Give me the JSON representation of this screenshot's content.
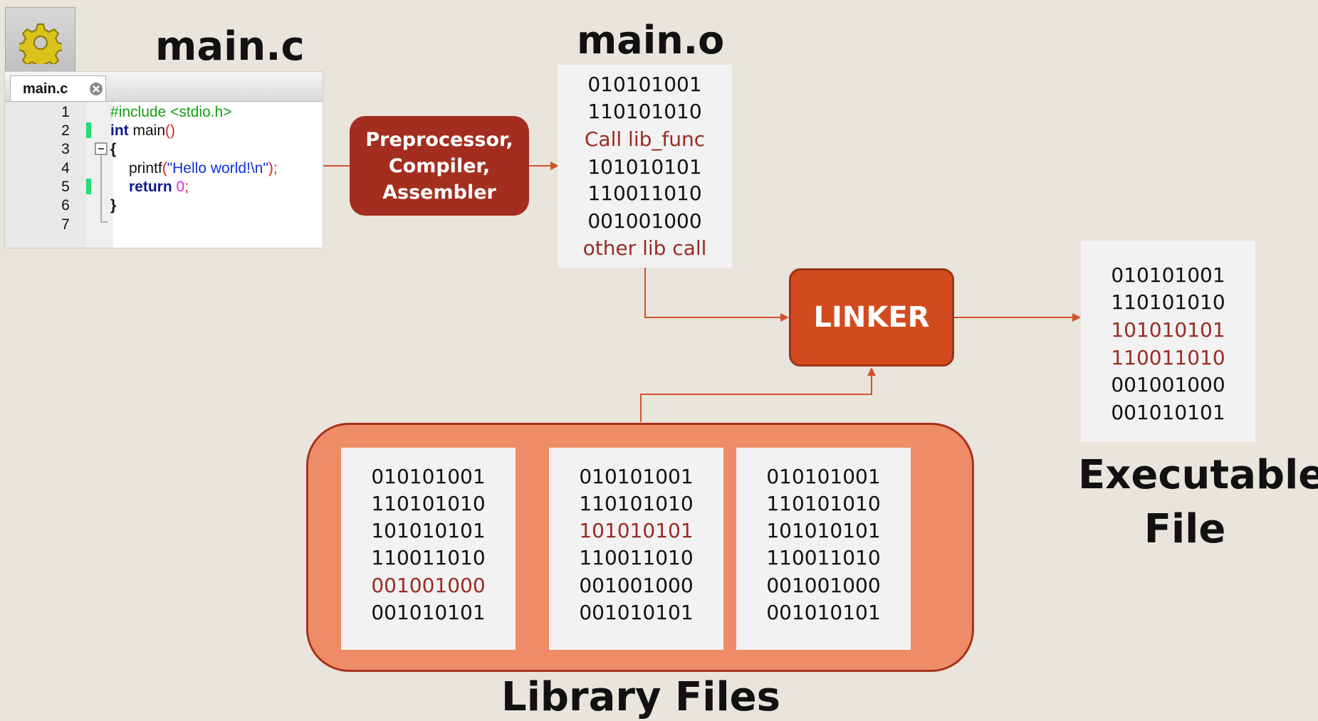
{
  "source_file": {
    "heading": "main.c",
    "tab_label": "main.c",
    "line_numbers": [
      "1",
      "2",
      "3",
      "4",
      "5",
      "6",
      "7"
    ],
    "code": {
      "line1": "#include <stdio.h>",
      "line2_kw": "int",
      "line2_rest": " main",
      "line2_parens": "()",
      "line3": "{",
      "line4_func": "printf",
      "line4_open": "(",
      "line4_string": "\"Hello world!\\n\"",
      "line4_close": ");",
      "line5_kw": "return",
      "line5_num": "0",
      "line5_semi": ";",
      "line6": "}"
    }
  },
  "processor": {
    "lines": [
      "Preprocessor,",
      "Compiler,",
      "Assembler"
    ]
  },
  "object_file": {
    "heading": "main.o",
    "lines": [
      {
        "text": "010101001",
        "highlight": false
      },
      {
        "text": "110101010",
        "highlight": false
      },
      {
        "text": "Call lib_func",
        "highlight": true
      },
      {
        "text": "101010101",
        "highlight": false
      },
      {
        "text": "110011010",
        "highlight": false
      },
      {
        "text": "001001000",
        "highlight": false
      },
      {
        "text": "other lib call",
        "highlight": true
      }
    ]
  },
  "linker": {
    "label": "LINKER"
  },
  "executable": {
    "heading_line1": "Executable",
    "heading_line2": "File",
    "lines": [
      {
        "text": "010101001",
        "highlight": false
      },
      {
        "text": "110101010",
        "highlight": false
      },
      {
        "text": "101010101",
        "highlight": true
      },
      {
        "text": "110011010",
        "highlight": true
      },
      {
        "text": "001001000",
        "highlight": false
      },
      {
        "text": "001010101",
        "highlight": false
      }
    ]
  },
  "library": {
    "heading": "Library Files",
    "files": [
      {
        "lines": [
          {
            "text": "010101001",
            "highlight": false
          },
          {
            "text": "110101010",
            "highlight": false
          },
          {
            "text": "101010101",
            "highlight": false
          },
          {
            "text": "110011010",
            "highlight": false
          },
          {
            "text": "001001000",
            "highlight": true
          },
          {
            "text": "001010101",
            "highlight": false
          }
        ]
      },
      {
        "lines": [
          {
            "text": "010101001",
            "highlight": false
          },
          {
            "text": "110101010",
            "highlight": false
          },
          {
            "text": "101010101",
            "highlight": true
          },
          {
            "text": "110011010",
            "highlight": false
          },
          {
            "text": "001001000",
            "highlight": false
          },
          {
            "text": "001010101",
            "highlight": false
          }
        ]
      },
      {
        "lines": [
          {
            "text": "010101001",
            "highlight": false
          },
          {
            "text": "110101010",
            "highlight": false
          },
          {
            "text": "101010101",
            "highlight": false
          },
          {
            "text": "110011010",
            "highlight": false
          },
          {
            "text": "001001000",
            "highlight": false
          },
          {
            "text": "001010101",
            "highlight": false
          }
        ]
      }
    ]
  },
  "colors": {
    "background": "#E9E4DC",
    "processor_box": "#A32E20",
    "linker_box": "#D24B1F",
    "library_container": "#EE8C68",
    "highlight_text": "#9B2B22",
    "arrow": "#D2542A"
  },
  "icons": [
    "gear-icon",
    "close-tab-icon"
  ]
}
